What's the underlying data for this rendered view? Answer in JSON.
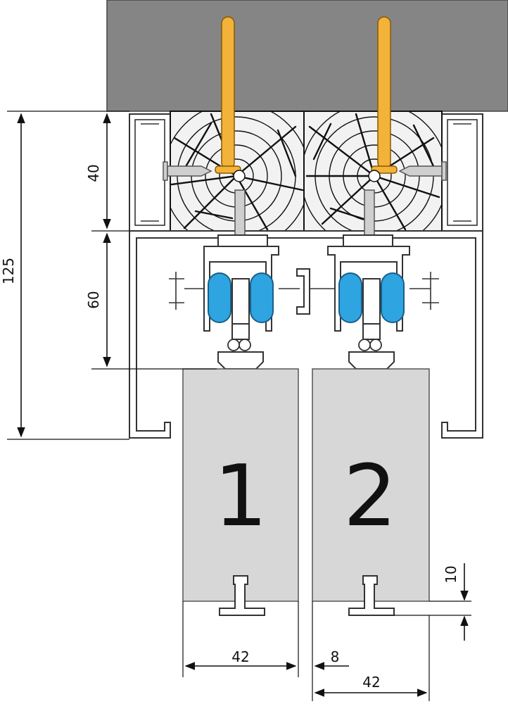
{
  "colors": {
    "ceiling": "#858585",
    "bolt": "#f3b23a",
    "roller": "#2ea4e0",
    "door_panel": "#d7d7d7",
    "screw": "#cfcfcf"
  },
  "dimensions": {
    "total_height": "125",
    "wood_height": "40",
    "profile_height": "60",
    "door_width_1": "42",
    "door_gap": "8",
    "door_width_2": "42",
    "bottom_guide": "10"
  },
  "doors": [
    {
      "label": "1"
    },
    {
      "label": "2"
    }
  ]
}
